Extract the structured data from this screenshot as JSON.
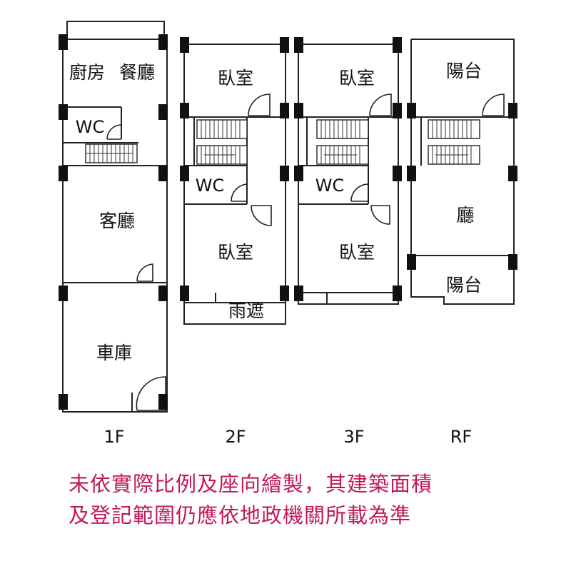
{
  "floors": [
    {
      "label": "1F",
      "rooms": {
        "kitchen": "廚房",
        "dining": "餐廳",
        "wc": "WC",
        "living": "客廳",
        "garage": "車庫"
      }
    },
    {
      "label": "2F",
      "rooms": {
        "bedroom_top": "臥室",
        "wc": "WC",
        "bedroom_bottom": "臥室",
        "canopy": "雨遮"
      }
    },
    {
      "label": "3F",
      "rooms": {
        "bedroom_top": "臥室",
        "wc": "WC",
        "bedroom_bottom": "臥室"
      }
    },
    {
      "label": "RF",
      "rooms": {
        "balcony_top": "陽台",
        "hall": "廳",
        "balcony_bottom": "陽台"
      }
    }
  ],
  "notice": {
    "line1": "未依實際比例及座向繪製，其建築面積",
    "line2": "及登記範圍仍應依地政機關所載為準"
  },
  "colors": {
    "notice": "#c2185b",
    "walls": "#222222"
  }
}
